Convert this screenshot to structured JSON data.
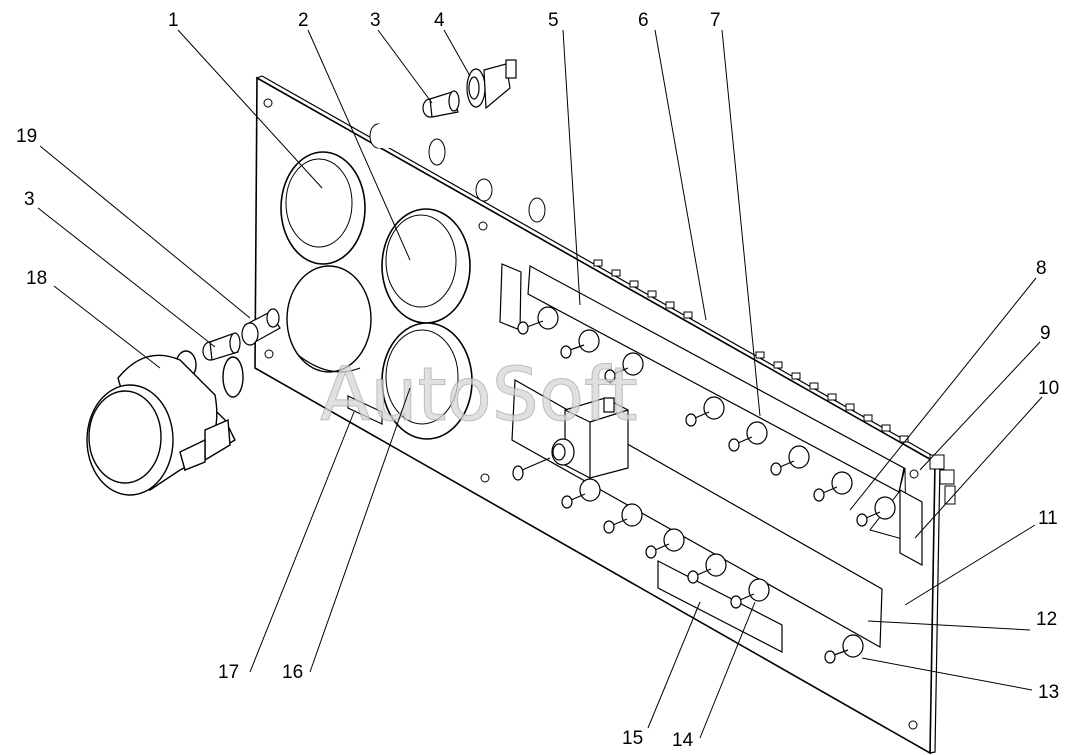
{
  "diagram": {
    "watermark": "AutoSoft",
    "callouts": [
      {
        "id": "c1",
        "text": "1"
      },
      {
        "id": "c2",
        "text": "2"
      },
      {
        "id": "c3a",
        "text": "3"
      },
      {
        "id": "c4",
        "text": "4"
      },
      {
        "id": "c5",
        "text": "5"
      },
      {
        "id": "c6",
        "text": "6"
      },
      {
        "id": "c7",
        "text": "7"
      },
      {
        "id": "c19",
        "text": "19"
      },
      {
        "id": "c3b",
        "text": "3"
      },
      {
        "id": "c18",
        "text": "18"
      },
      {
        "id": "c8",
        "text": "8"
      },
      {
        "id": "c9",
        "text": "9"
      },
      {
        "id": "c10",
        "text": "10"
      },
      {
        "id": "c11",
        "text": "11"
      },
      {
        "id": "c12",
        "text": "12"
      },
      {
        "id": "c13",
        "text": "13"
      },
      {
        "id": "c14",
        "text": "14"
      },
      {
        "id": "c15",
        "text": "15"
      },
      {
        "id": "c16",
        "text": "16"
      },
      {
        "id": "c17",
        "text": "17"
      }
    ]
  }
}
